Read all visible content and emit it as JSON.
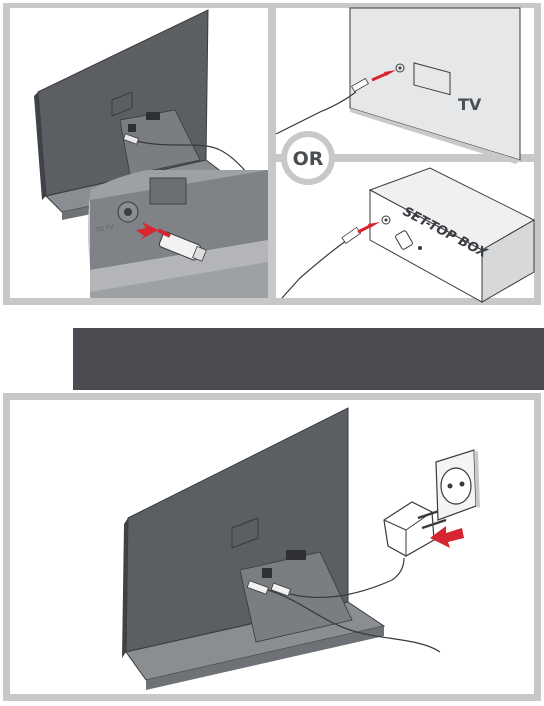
{
  "labels": {
    "or": "OR",
    "tv": "TV",
    "set_top_box": "SET-TOP BOX",
    "socket": "TO TV"
  },
  "colors": {
    "frame_gray": "#c8c8c8",
    "antenna_dark": "#5b5e63",
    "antenna_mid": "#7a7d82",
    "antenna_light": "#a7a9ac",
    "arrow_red": "#d7262f",
    "banner_dark": "#4a4c51",
    "line": "#3a3a3a"
  },
  "banner": {
    "text": ""
  }
}
